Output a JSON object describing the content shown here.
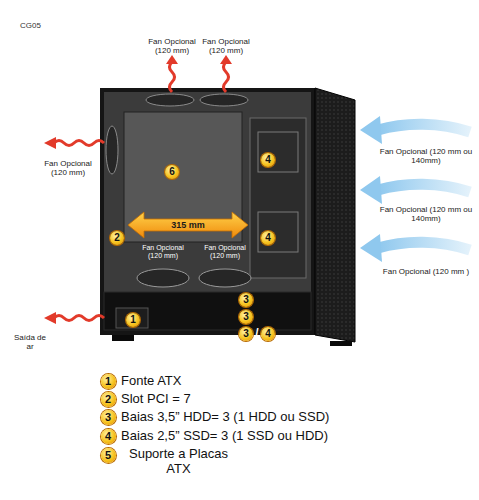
{
  "diagram": {
    "labels": [
      "CG05",
      "Fan Opcional (120 mm)",
      "Fan Opcional (120 mm)",
      "Fan Opcional (120 mm)",
      "Fan Opcional (120 mm ou 140mm)",
      "Fan Opcional (120 mm ou 140mm)",
      "Fan Opcional (120 mm )",
      "6",
      "4",
      "315 mm",
      "2",
      "4",
      "Fan Opcional (120 mm)",
      "Fan Opcional (120 mm)",
      "Saída de ar",
      "1",
      "3",
      "3",
      "3",
      "/",
      "4",
      "1",
      "Fonte ATX",
      "2",
      "Slot PCI = 7",
      "3",
      "Baias 3,5” HDD= 3 (1 HDD ou SSD)",
      "4",
      "Baias 2,5” SSD= 3 (1 SSD ou HDD)",
      "5",
      "Suporte a Placas ATX"
    ]
  }
}
